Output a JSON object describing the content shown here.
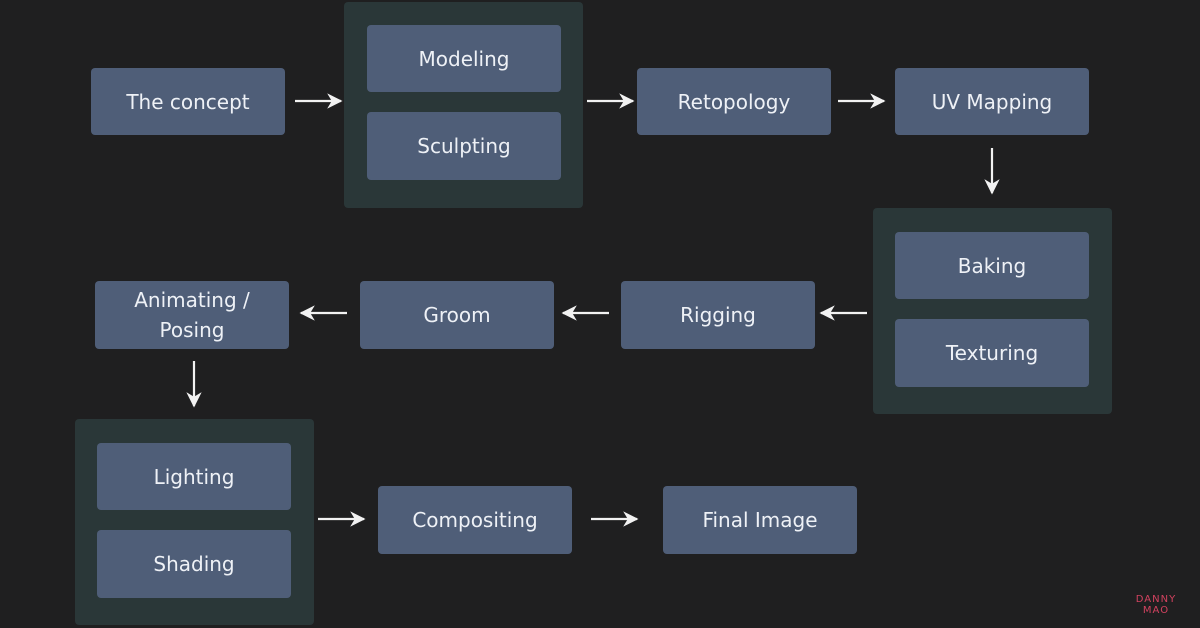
{
  "nodes": {
    "concept": "The concept",
    "modeling": "Modeling",
    "sculpting": "Sculpting",
    "retopology": "Retopology",
    "uv_mapping": "UV Mapping",
    "baking": "Baking",
    "texturing": "Texturing",
    "rigging": "Rigging",
    "groom": "Groom",
    "animating": "Animating / Posing",
    "lighting": "Lighting",
    "shading": "Shading",
    "compositing": "Compositing",
    "final_image": "Final Image"
  },
  "watermark": {
    "line1": "DANNY",
    "line2": "MAO"
  },
  "colors": {
    "background": "#1f1f20",
    "group_panel": "#2a3738",
    "node": "#4f5e78",
    "node_text": "#eef1f6",
    "arrow": "#f2f2f2",
    "watermark": "#d2425f"
  }
}
